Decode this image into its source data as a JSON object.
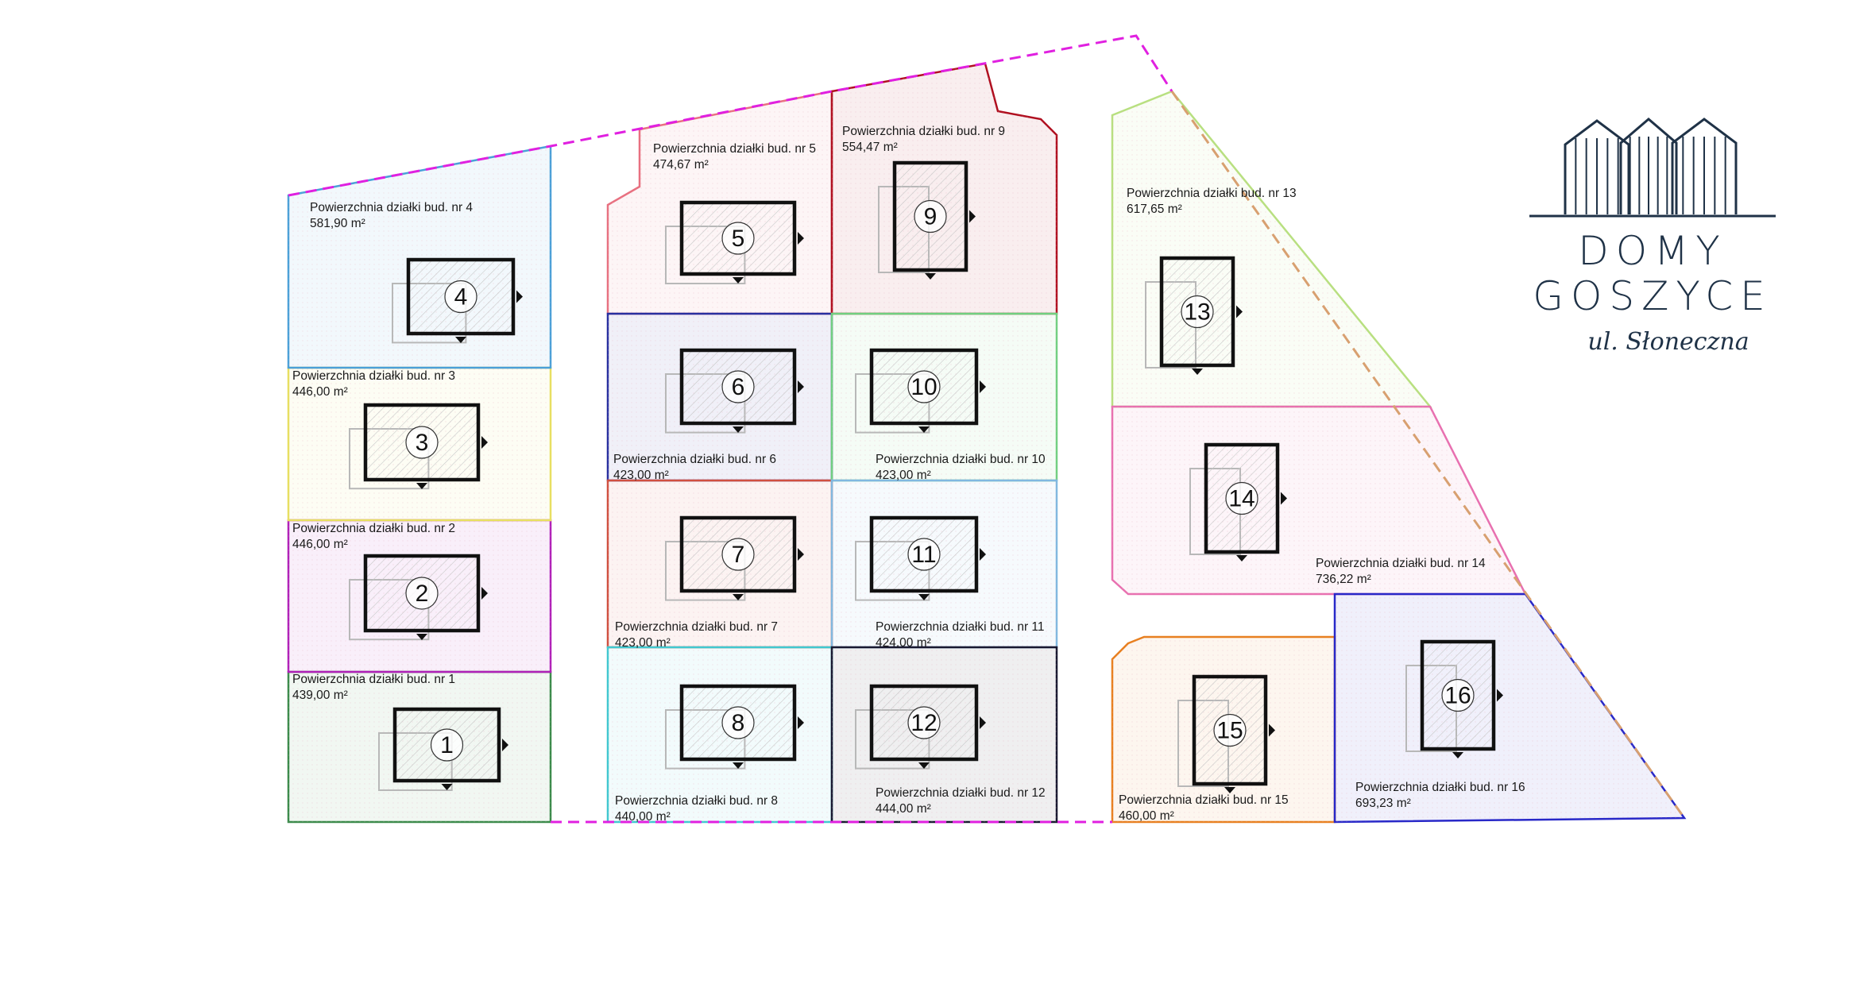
{
  "brand": {
    "line1": "DOMY",
    "line2": "GOSZYCE",
    "street": "ul. Słoneczna",
    "color": "#1f3247"
  },
  "plots": [
    {
      "id": "1",
      "label": "Powierzchnia działki bud. nr 1",
      "area": "439,00 m²",
      "color": "#3a8a4a"
    },
    {
      "id": "2",
      "label": "Powierzchnia działki bud. nr 2",
      "area": "446,00 m²",
      "color": "#b020b8"
    },
    {
      "id": "3",
      "label": "Powierzchnia działki bud. nr 3",
      "area": "446,00 m²",
      "color": "#e8e060"
    },
    {
      "id": "4",
      "label": "Powierzchnia działki bud. nr 4",
      "area": "581,90 m²",
      "color": "#4aa0d8"
    },
    {
      "id": "5",
      "label": "Powierzchnia działki bud. nr 5",
      "area": "474,67 m²",
      "color": "#e87080"
    },
    {
      "id": "6",
      "label": "Powierzchnia działki bud. nr 6",
      "area": "423,00 m²",
      "color": "#2830a0"
    },
    {
      "id": "7",
      "label": "Powierzchnia działki bud. nr 7",
      "area": "423,00 m²",
      "color": "#d05040"
    },
    {
      "id": "8",
      "label": "Powierzchnia działki bud. nr 8",
      "area": "440,00 m²",
      "color": "#40c8d0"
    },
    {
      "id": "9",
      "label": "Powierzchnia działki bud. nr 9",
      "area": "554,47 m²",
      "color": "#b01020"
    },
    {
      "id": "10",
      "label": "Powierzchnia działki bud. nr 10",
      "area": "423,00 m²",
      "color": "#70d080"
    },
    {
      "id": "11",
      "label": "Powierzchnia działki bud. nr 11",
      "area": "424,00 m²",
      "color": "#80b8e0"
    },
    {
      "id": "12",
      "label": "Powierzchnia działki bud. nr 12",
      "area": "444,00 m²",
      "color": "#181830"
    },
    {
      "id": "13",
      "label": "Powierzchnia działki bud. nr 13",
      "area": "617,65 m²",
      "color": "#b8e080"
    },
    {
      "id": "14",
      "label": "Powierzchnia działki bud. nr 14",
      "area": "736,22 m²",
      "color": "#e870b0"
    },
    {
      "id": "15",
      "label": "Powierzchnia działki bud. nr 15",
      "area": "460,00 m²",
      "color": "#e88020"
    },
    {
      "id": "16",
      "label": "Powierzchnia działki bud. nr 16",
      "area": "693,23 m²",
      "color": "#2828c8"
    }
  ],
  "boundary_color": "#e020e0",
  "right_edge_color": "#d8a070"
}
